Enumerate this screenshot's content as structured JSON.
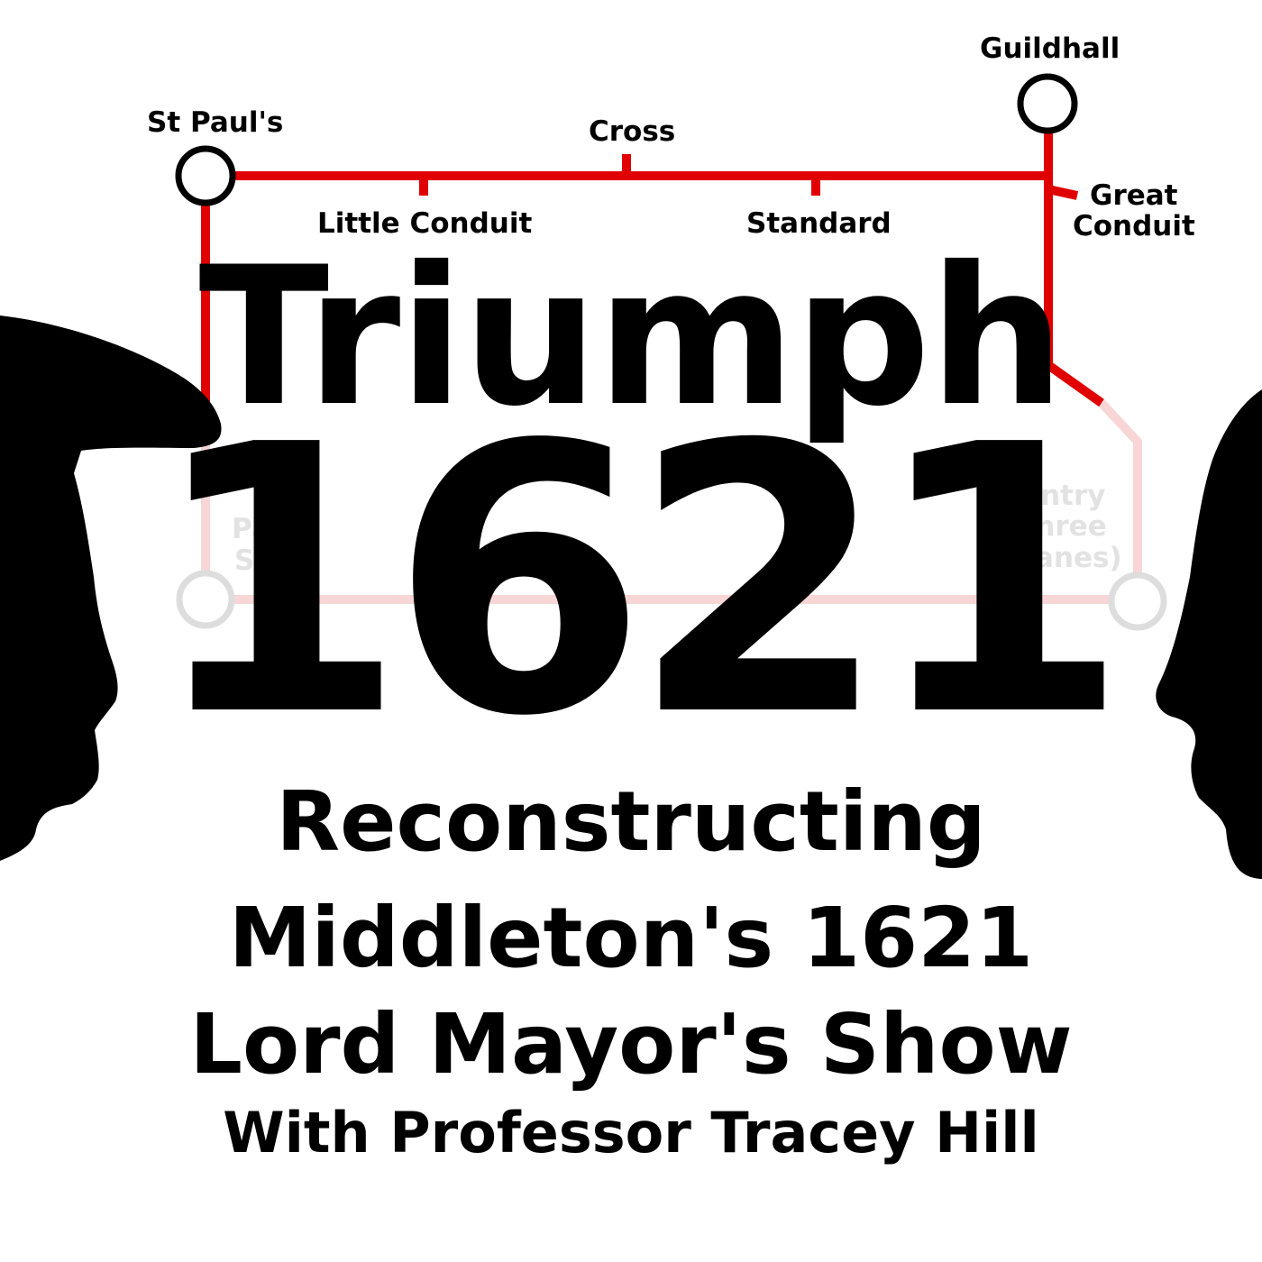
{
  "colors": {
    "route": "#e00000",
    "route_faded": "#f9d6d6",
    "station_ring": "#000000",
    "station_ring_faded": "#dddddd",
    "silhouette": "#000000",
    "text": "#000000",
    "label_faded": "#e2e2e2"
  },
  "map": {
    "stations": {
      "guildhall": "Guildhall",
      "st_pauls": "St Paul's",
      "cross": "Cross",
      "little_conduit": "Little Conduit",
      "standard": "Standard",
      "great_conduit_line1": "Great",
      "great_conduit_line2": "Conduit",
      "pauls_stairs_line1": "Pau",
      "pauls_stairs_line2": "Sto",
      "vintry_line1": "Vintry",
      "vintry_line2": "(Three",
      "vintry_line3": "Cranes)"
    }
  },
  "title": {
    "word": "Triumph",
    "year": "1621"
  },
  "subtitle": {
    "line1": "Reconstructing",
    "line2": "Middleton's 1621",
    "line3": "Lord Mayor's Show",
    "host": "With Professor Tracey Hill"
  },
  "icons": {
    "left_figure": "hat-silhouette-icon",
    "right_figure": "head-silhouette-icon"
  }
}
